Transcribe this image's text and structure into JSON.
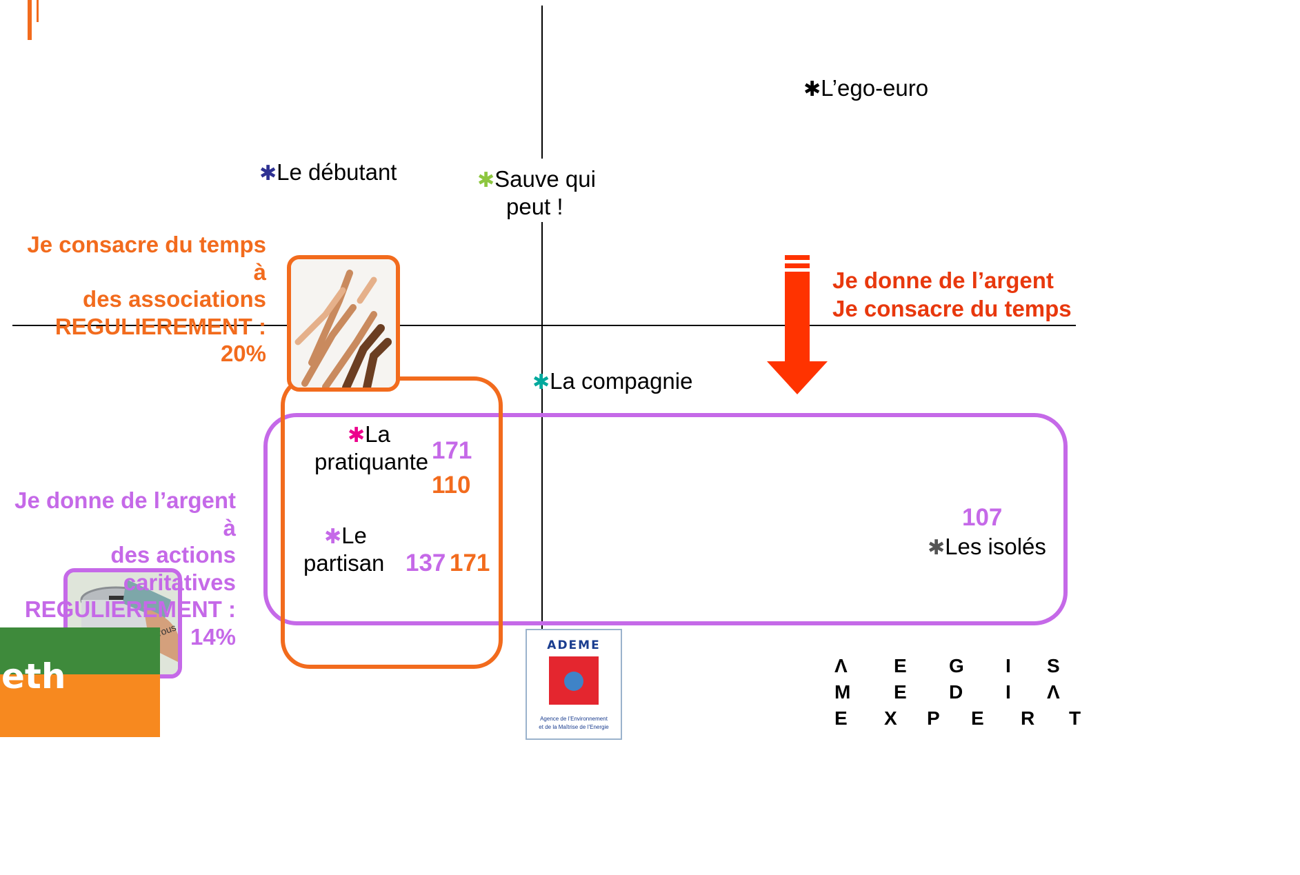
{
  "segments": {
    "ego_euro": {
      "label": "L’ego-euro",
      "color": "#000000"
    },
    "debutant": {
      "label": "Le débutant",
      "color": "#2e3192"
    },
    "sauve_line1": "Sauve qui",
    "sauve_line2": "peut !",
    "sauve_color": "#8dc63f",
    "compagnie": {
      "label": "La compagnie",
      "color": "#00a99d"
    },
    "pratiquante_line1": "La",
    "pratiquante_line2": "pratiquante",
    "pratiquante_color": "#ec008c",
    "partisan_line1": "Le",
    "partisan_line2": "partisan",
    "partisan_color": "#c569e8",
    "isoles": {
      "label": "Les isolés",
      "color": "#555555"
    }
  },
  "indices": {
    "pratiquante_purple": "171",
    "pratiquante_orange": "110",
    "partisan_purple": "137",
    "partisan_orange": "171",
    "isoles_purple": "107"
  },
  "annotations": {
    "temps_line1": "Je consacre du temps à",
    "temps_line2": "des associations",
    "temps_line3": "REGULIEREMENT : 20%",
    "argent_line1": "Je donne de l’argent à",
    "argent_line2": "des actions caritatives",
    "argent_line3": "REGULIEREMENT :",
    "argent_line4": "14%",
    "both_line1": "Je donne de l’argent",
    "both_line2": "Je consacre du temps"
  },
  "logos": {
    "ethnolog": "eth",
    "ademe_title": "ADEME",
    "ademe_sub1": "Agence de l’Environnement",
    "ademe_sub2": "et de la Maîtrise de l’Energie",
    "aegis_row1": [
      "Λ",
      "E",
      "G",
      "I",
      "S"
    ],
    "aegis_row2": [
      "M",
      "E",
      "D",
      "I",
      "Λ"
    ],
    "aegis_row3": [
      "E",
      "X",
      "P",
      "E",
      "R",
      "T"
    ],
    "can_text": "ase Give Generous"
  },
  "colors": {
    "orange": "#f26b1d",
    "purple": "#c569e8",
    "red_arrow": "#ff3300"
  }
}
